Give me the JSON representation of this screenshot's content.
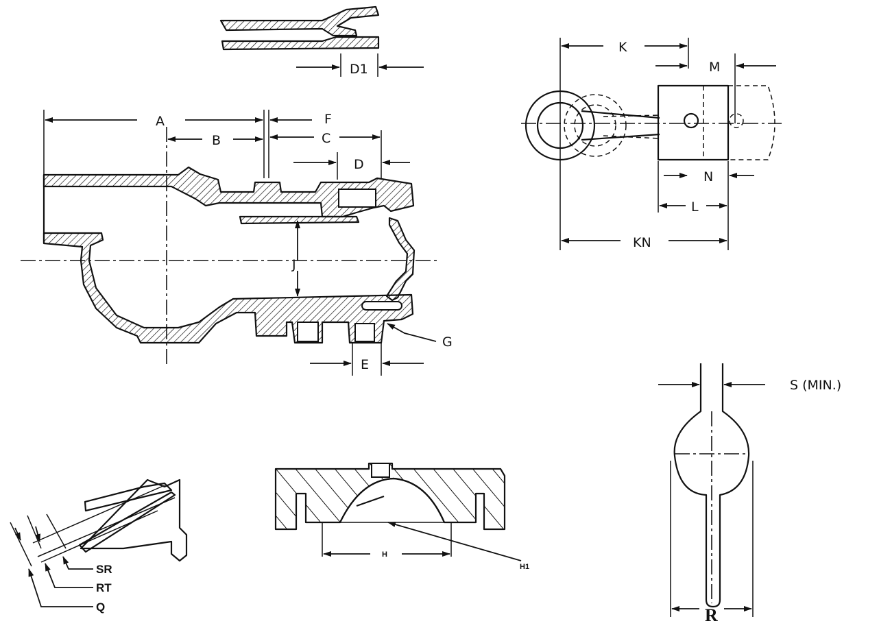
{
  "labels": {
    "d1": "D1",
    "a": "A",
    "b": "B",
    "c": "C",
    "d": "D",
    "e": "E",
    "f": "F",
    "g": "G",
    "j": "J",
    "k": "K",
    "m": "M",
    "n": "N",
    "l": "L",
    "kn": "KN",
    "s_min": "S (MIN.)",
    "h": "H",
    "h1": "H1",
    "sr": "SR",
    "rt": "RT",
    "q": "Q",
    "r": "R"
  }
}
